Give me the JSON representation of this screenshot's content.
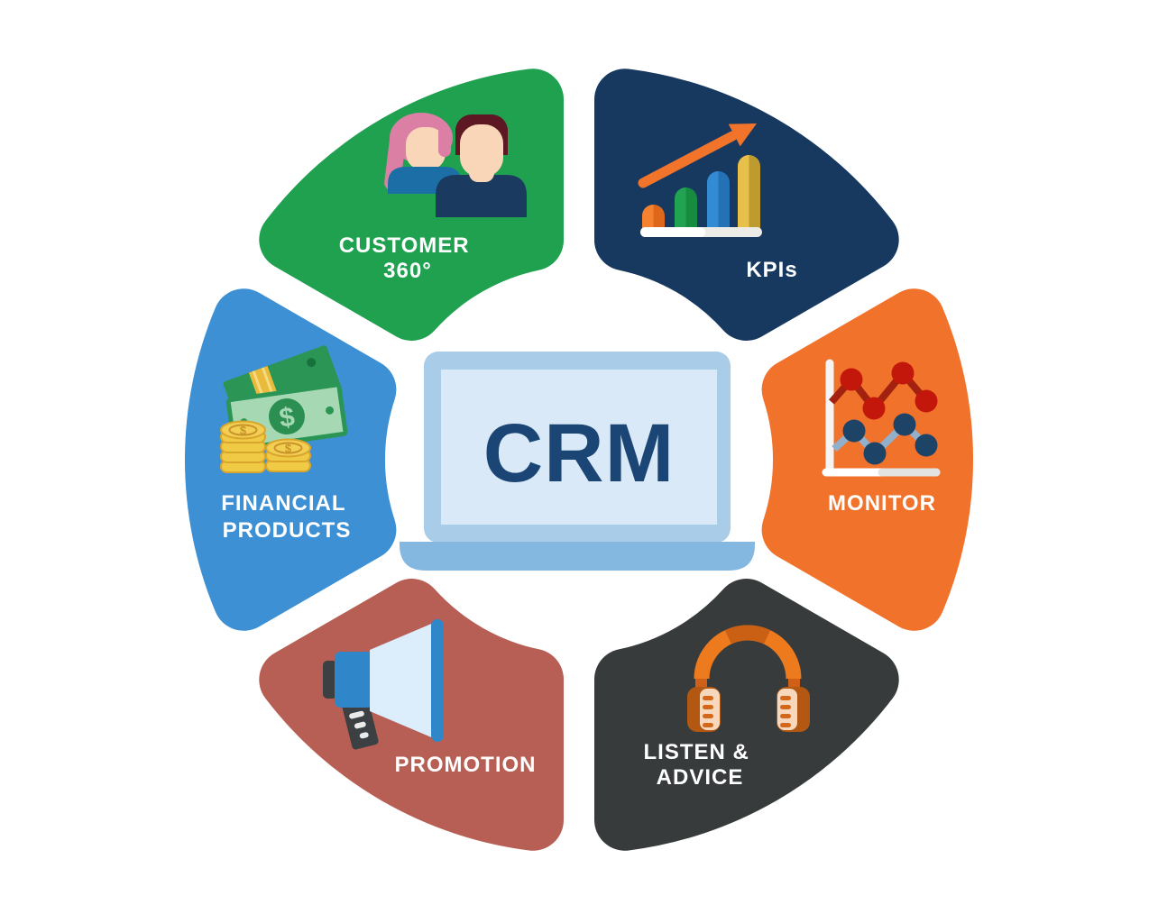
{
  "background_color": "#FFFFFF",
  "label_text_color": "#FFFFFF",
  "center": {
    "label": "CRM",
    "text_color": "#1A4575",
    "laptop_frame_color": "#A9CDE9",
    "laptop_screen_color": "#D9E9F7",
    "laptop_base_color": "#85B8E1"
  },
  "money_icon": {
    "currency_symbol": "$"
  },
  "segments": [
    {
      "id": "customer-360",
      "label_lines": [
        "CUSTOMER",
        "360°"
      ],
      "color": "#1FA150",
      "icon": "customers-icon"
    },
    {
      "id": "kpis",
      "label_lines": [
        "KPIs"
      ],
      "color": "#17395F",
      "icon": "bar-chart-icon"
    },
    {
      "id": "monitor",
      "label_lines": [
        "MONITOR"
      ],
      "color": "#F1722B",
      "icon": "line-chart-icon"
    },
    {
      "id": "listen-advice",
      "label_lines": [
        "LISTEN &",
        "ADVICE"
      ],
      "color": "#373B3C",
      "icon": "headphones-icon"
    },
    {
      "id": "promotion",
      "label_lines": [
        "PROMOTION"
      ],
      "color": "#B75F55",
      "icon": "megaphone-icon"
    },
    {
      "id": "financial-products",
      "label_lines": [
        "FINANCIAL",
        "PRODUCTS"
      ],
      "color": "#3D90D4",
      "icon": "money-icon"
    }
  ]
}
